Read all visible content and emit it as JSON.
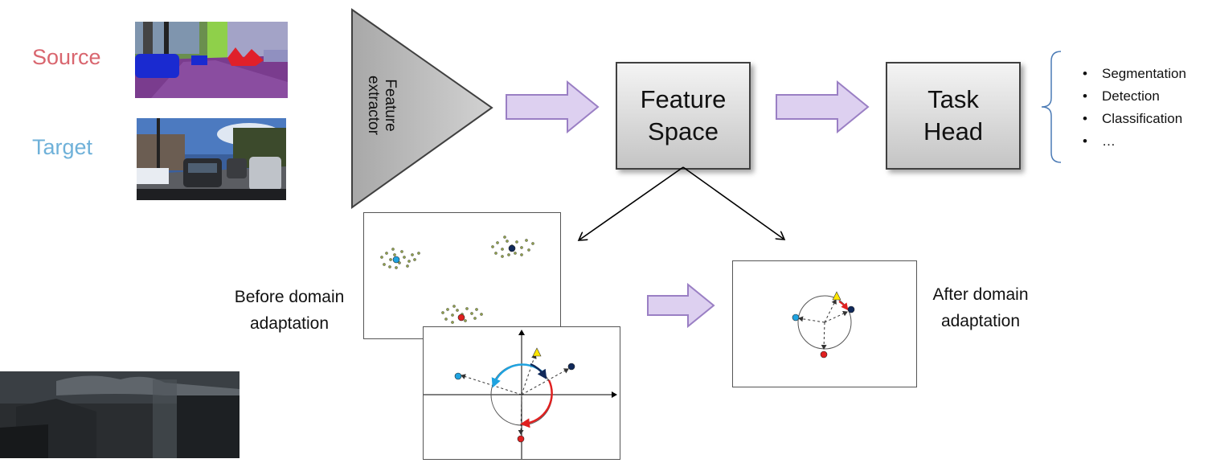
{
  "labels": {
    "source": "Source",
    "target": "Target",
    "feature_extractor_line1": "Feature",
    "feature_extractor_line2": "extractor",
    "feature_space_line1": "Feature",
    "feature_space_line2": "Space",
    "task_head_line1": "Task",
    "task_head_line2": "Head",
    "before_line1": "Before domain",
    "before_line2": "adaptation",
    "after_line1": "After domain",
    "after_line2": "adaptation"
  },
  "tasks": [
    "Segmentation",
    "Detection",
    "Classification",
    "…"
  ],
  "colors": {
    "source_label": "#d9666f",
    "target_label": "#6fb1d9",
    "arrow_fill": "#ddd0f0",
    "arrow_stroke": "#9a7fc4",
    "class_cyan": "#1fa3e0",
    "class_navy": "#10295a",
    "class_red": "#e02020",
    "class_yellow": "#ffe600",
    "bracket": "#4a7ab5"
  }
}
